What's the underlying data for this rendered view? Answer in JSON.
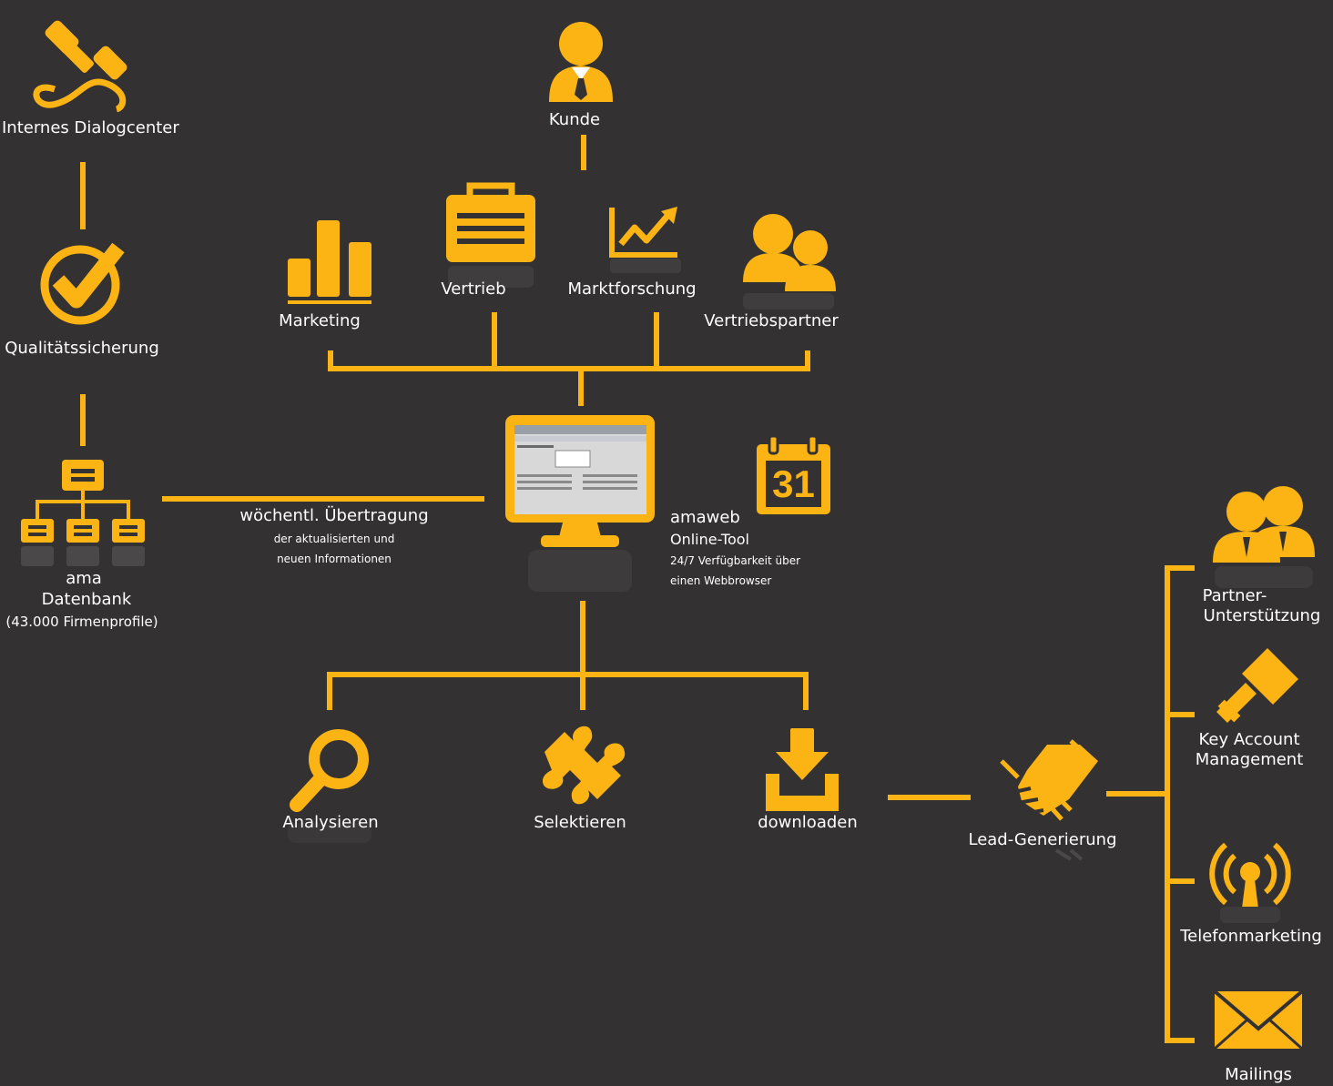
{
  "colors": {
    "background": "#333131",
    "accent": "#fbb414",
    "text": "#ffffff",
    "reflection": "#4a4848"
  },
  "nodes": {
    "dialogcenter": {
      "icon": "phone-icon",
      "label": "Internes Dialogcenter"
    },
    "qualitaet": {
      "icon": "check-circle-icon",
      "label": "Qualitätssicherung"
    },
    "datenbank": {
      "icon": "hierarchy-icon",
      "line1": "ama",
      "line2": "Datenbank",
      "line3": "(43.000 Firmenprofile)"
    },
    "kunde": {
      "icon": "businessman-icon",
      "label": "Kunde"
    },
    "marketing": {
      "icon": "bar-chart-icon",
      "label": "Marketing"
    },
    "vertrieb": {
      "icon": "briefcase-icon",
      "label": "Vertrieb"
    },
    "marktforschung": {
      "icon": "trend-chart-icon",
      "label": "Marktforschung"
    },
    "vertriebspartner": {
      "icon": "people-icon",
      "label": "Vertriebspartner"
    },
    "uebertragung": {
      "title": "wöchentl. Übertragung",
      "sub1": "der aktualisierten und",
      "sub2": "neuen Informationen"
    },
    "amaweb": {
      "icon": "monitor-icon",
      "calendar_icon": "calendar-icon",
      "calendar_day": "31",
      "title": "amaweb",
      "subtitle": "Online-Tool",
      "desc1": "24/7 Verfügbarkeit über",
      "desc2": "einen Webbrowser"
    },
    "analysieren": {
      "icon": "magnifier-icon",
      "label": "Analysieren"
    },
    "selektieren": {
      "icon": "puzzle-icon",
      "label": "Selektieren"
    },
    "downloaden": {
      "icon": "download-icon",
      "label": "downloaden"
    },
    "lead": {
      "icon": "handshake-icon",
      "label": "Lead-Generierung"
    },
    "partner": {
      "icon": "partners-icon",
      "line1": "Partner-",
      "line2": "Unterstützung"
    },
    "keyaccount": {
      "icon": "key-icon",
      "line1": "Key Account",
      "line2": "Management"
    },
    "telefon": {
      "icon": "broadcast-icon",
      "label": "Telefonmarketing"
    },
    "mailings": {
      "icon": "envelope-icon",
      "label": "Mailings"
    }
  }
}
